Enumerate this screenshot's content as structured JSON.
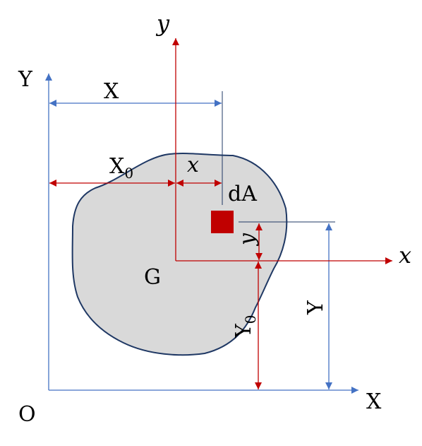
{
  "labels": {
    "origin": "O",
    "global_y_axis": "Y",
    "global_x_axis": "X",
    "local_y_axis": "y",
    "local_x_axis": "x",
    "dim_X": "X",
    "dim_X0_main": "X",
    "dim_X0_sub": "0",
    "dim_x": "x",
    "element": "dA",
    "centroid": "G",
    "dim_y": "y",
    "dim_Y": "Y",
    "dim_Y0_main": "Y",
    "dim_Y0_sub": "0"
  },
  "colors": {
    "global_axes": "#4472c4",
    "local_axes": "#c00000",
    "element_fill": "#c00000",
    "shape_fill": "#d9d9d9",
    "shape_stroke": "#1f3864"
  }
}
